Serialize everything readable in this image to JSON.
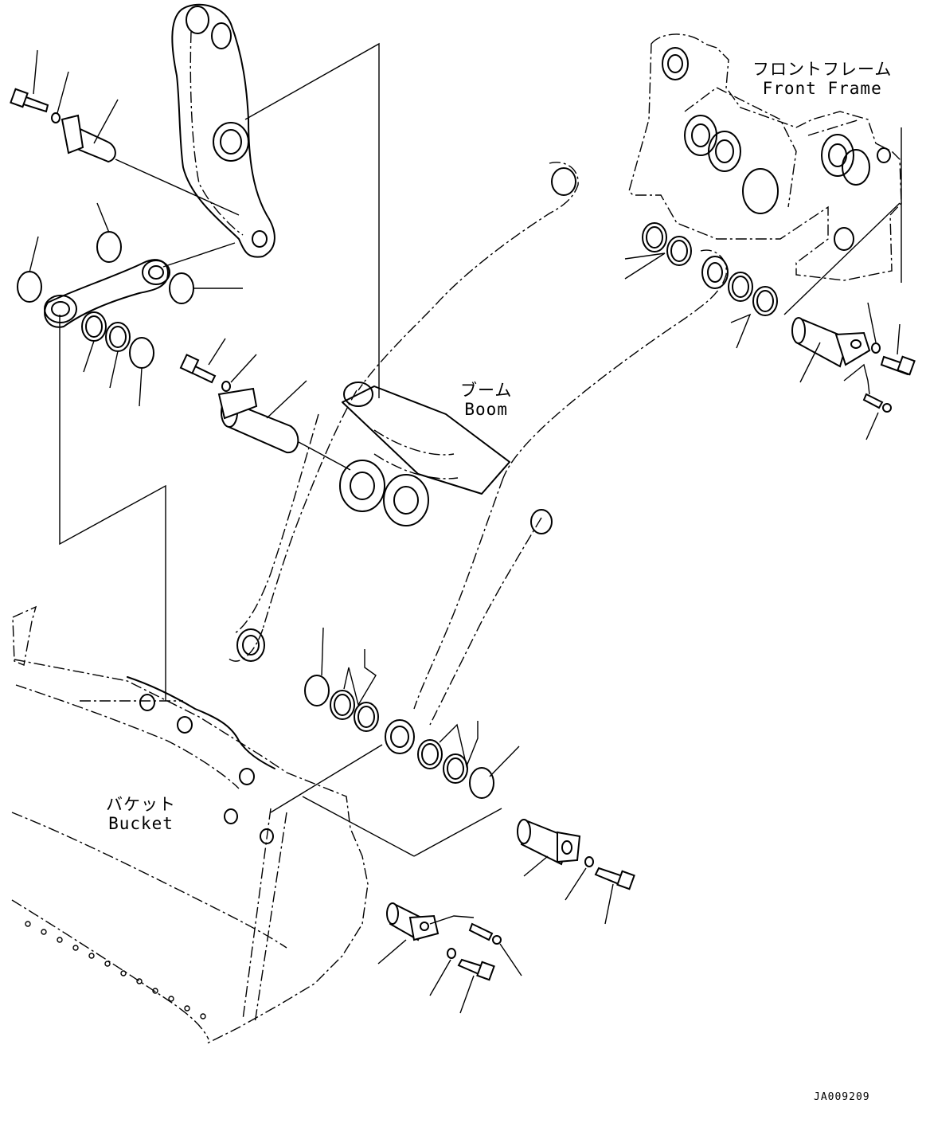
{
  "labels": {
    "front_frame_jp": "フロントフレーム",
    "front_frame_en": "Front Frame",
    "boom_jp": "ブーム",
    "boom_en": "Boom",
    "bucket_jp": "バケット",
    "bucket_en": "Bucket"
  },
  "drawing_code": "JA009209"
}
